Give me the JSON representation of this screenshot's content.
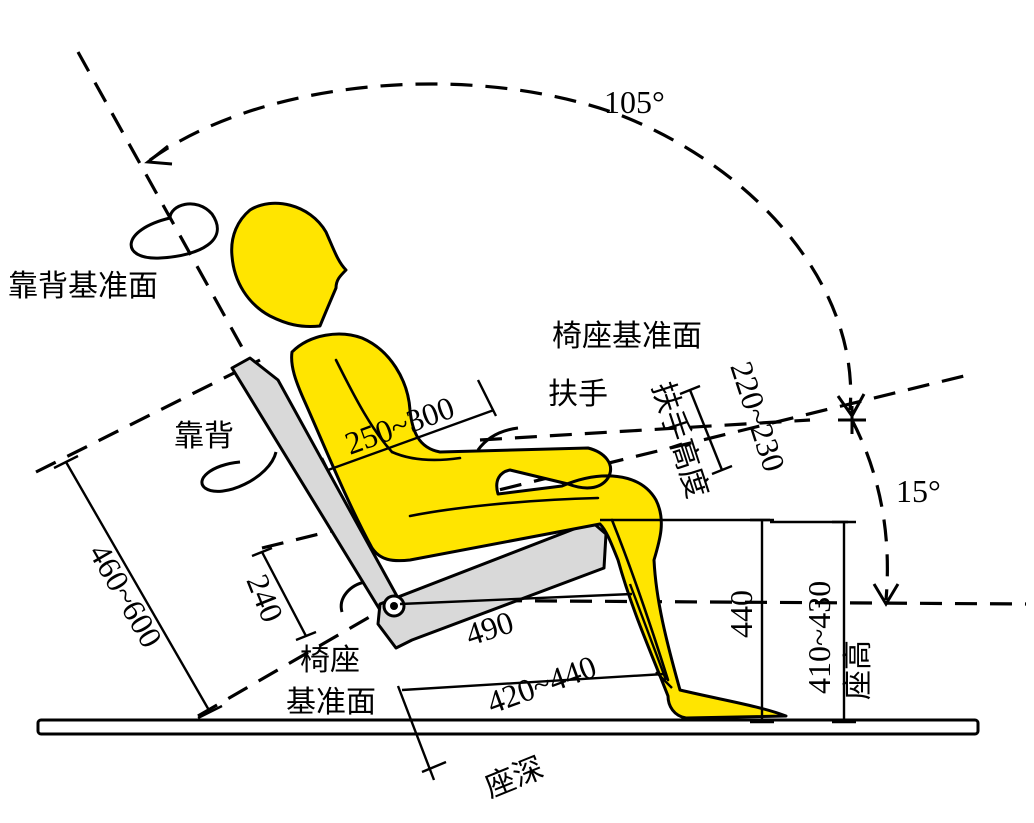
{
  "diagram": {
    "labels": {
      "angle_back": "105°",
      "angle_seat": "15°",
      "backrest_plane": "靠背基准面",
      "seat_plane_top": "椅座基准面",
      "armrest": "扶手",
      "armrest_height": "扶手高度",
      "backrest": "靠背",
      "seat_plane_bottom_line1": "椅座",
      "seat_plane_bottom_line2": "基准面",
      "seat_height": "座高",
      "seat_depth": "座深"
    },
    "dimensions": {
      "armrest_length": "250~300",
      "armrest_height_range": "220~230",
      "backrest_height": "460~600",
      "lumbar_height": "240",
      "seat_length": "490",
      "seat_depth_range": "420~440",
      "height_440": "440",
      "seat_height_range": "410~430"
    },
    "colors": {
      "figure": "#ffe500",
      "chair": "#d9d9d9",
      "lines": "#000000"
    }
  }
}
